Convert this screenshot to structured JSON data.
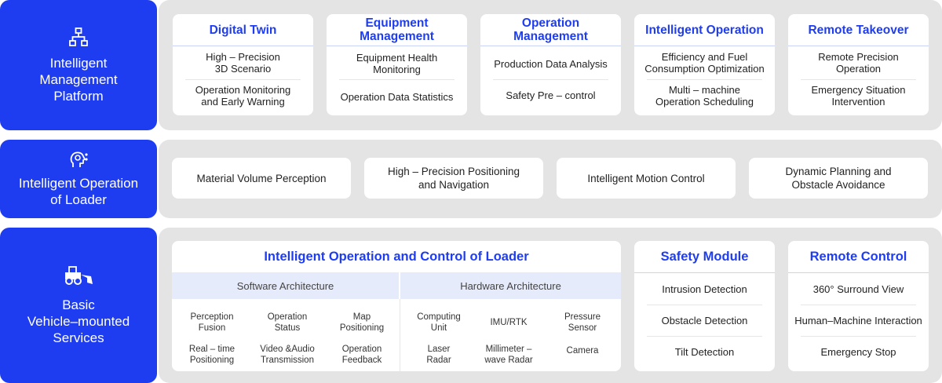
{
  "layers": [
    {
      "label": "Intelligent\nManagement\nPlatform",
      "icon": "hierarchy-icon"
    },
    {
      "label": "Intelligent Operation\nof Loader",
      "icon": "ai-head-icon"
    },
    {
      "label": "Basic\nVehicle–mounted\nServices",
      "icon": "loader-vehicle-icon"
    }
  ],
  "platform_cards": [
    {
      "title": "Digital Twin",
      "items": [
        "High – Precision\n3D Scenario",
        "Operation Monitoring\nand Early Warning"
      ]
    },
    {
      "title": "Equipment\nManagement",
      "items": [
        "Equipment Health\nMonitoring",
        "Operation Data Statistics"
      ]
    },
    {
      "title": "Operation\nManagement",
      "items": [
        "Production Data Analysis",
        "Safety Pre – control"
      ]
    },
    {
      "title": "Intelligent Operation",
      "items": [
        "Efficiency and Fuel\nConsumption Optimization",
        "Multi – machine\nOperation Scheduling"
      ]
    },
    {
      "title": "Remote Takeover",
      "items": [
        "Remote Precision\nOperation",
        "Emergency Situation\nIntervention"
      ]
    }
  ],
  "loader_items": [
    "Material Volume Perception",
    "High – Precision Positioning\nand Navigation",
    "Intelligent Motion Control",
    "Dynamic Planning and\nObstacle Avoidance"
  ],
  "control": {
    "title": "Intelligent Operation and Control of Loader",
    "software": {
      "title": "Software Architecture",
      "items": [
        "Perception\nFusion",
        "Operation\nStatus",
        "Map\nPositioning",
        "Real – time\nPositioning",
        "Video &Audio\nTransmission",
        "Operation\nFeedback"
      ]
    },
    "hardware": {
      "title": "Hardware Architecture",
      "items": [
        "Computing\nUnit",
        "IMU/RTK",
        "Pressure\nSensor",
        "Laser\nRadar",
        "Millimeter –\nwave Radar",
        "Camera"
      ]
    }
  },
  "safety": {
    "title": "Safety Module",
    "items": [
      "Intrusion Detection",
      "Obstacle Detection",
      "Tilt Detection"
    ]
  },
  "remote": {
    "title": "Remote Control",
    "items": [
      "360° Surround View",
      "Human–Machine Interaction",
      "Emergency Stop"
    ]
  },
  "colors": {
    "brand": "#1f3df0",
    "band": "#e4e4e4",
    "arch_header": "#e6ebfc"
  }
}
